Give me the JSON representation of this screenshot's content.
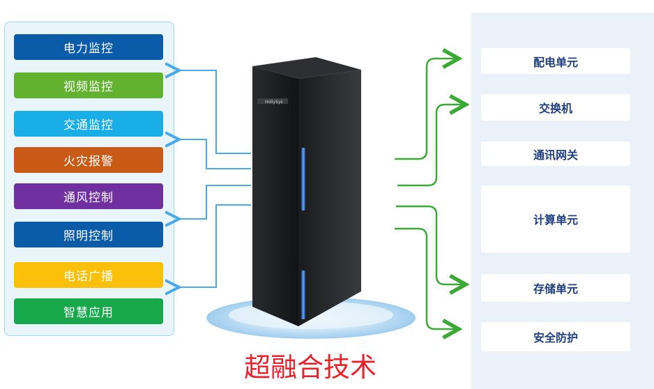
{
  "left_systems": [
    {
      "label": "电力监控",
      "color": "#0a5ca8"
    },
    {
      "label": "视频监控",
      "color": "#62b22f"
    },
    {
      "label": "交通监控",
      "color": "#1aaee8"
    },
    {
      "label": "火灾报警",
      "color": "#c85a16"
    },
    {
      "label": "通风控制",
      "color": "#7030a0"
    },
    {
      "label": "照明控制",
      "color": "#0a5ca8"
    },
    {
      "label": "电话广播",
      "color": "#fbc10a"
    },
    {
      "label": "智慧应用",
      "color": "#17a84b"
    }
  ],
  "right_components": [
    {
      "label": "配电单元"
    },
    {
      "label": "交换机"
    },
    {
      "label": "通讯网关"
    },
    {
      "label": "计算单元"
    },
    {
      "label": "存储单元"
    },
    {
      "label": "安全防护"
    }
  ],
  "server": {
    "brand": "HollySys"
  },
  "caption": "超融合技术",
  "colors": {
    "left_arrows": "#4aa9e8",
    "right_arrows": "#3aaa35",
    "caption": "#e8212a"
  }
}
